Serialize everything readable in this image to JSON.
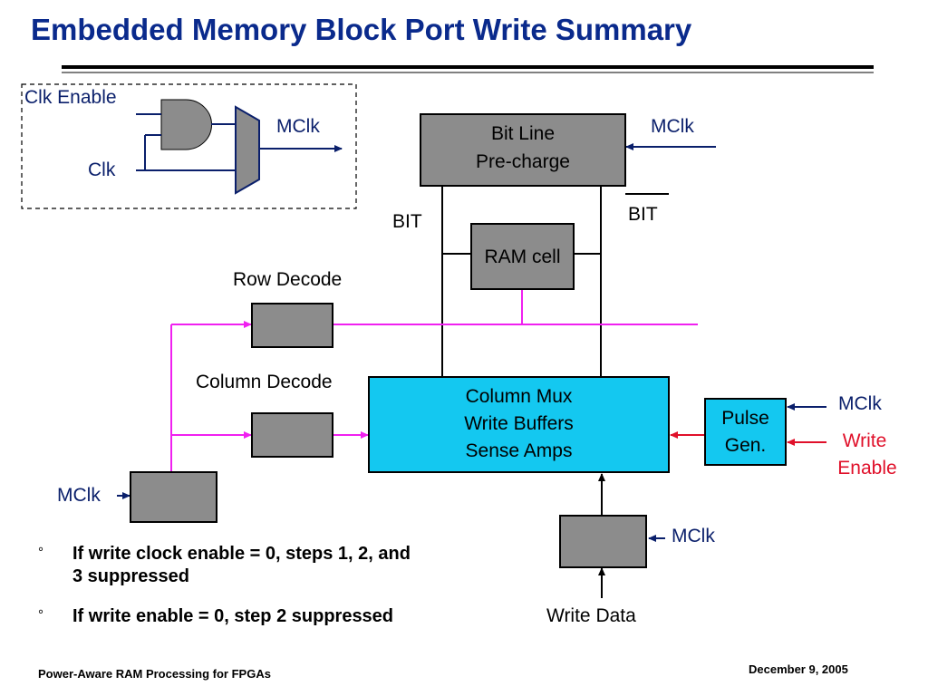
{
  "title": "Embedded Memory Block Port Write Summary",
  "clock_gate": {
    "clk_enable": "Clk Enable",
    "clk": "Clk",
    "mclk_out": "MClk"
  },
  "blocks": {
    "precharge_line1": "Bit Line",
    "precharge_line2": "Pre-charge",
    "ram_cell": "RAM cell",
    "colmux_line1": "Column Mux",
    "colmux_line2": "Write Buffers",
    "colmux_line3": "Sense Amps",
    "pulse_line1": "Pulse",
    "pulse_line2": "Gen."
  },
  "labels": {
    "bit": "BIT",
    "bit_bar": "BIT",
    "row_decode": "Row Decode",
    "column_decode": "Column Decode",
    "mclk_precharge": "MClk",
    "mclk_pulse": "MClk",
    "write_enable_line1": "Write",
    "write_enable_line2": "Enable",
    "mclk_addr_reg": "MClk",
    "mclk_data_reg": "MClk",
    "write_data": "Write Data"
  },
  "bullets": [
    {
      "mark": "°",
      "line1": "If write clock enable = 0, steps 1, 2, and",
      "line2": "3 suppressed"
    },
    {
      "mark": "°",
      "line1": "If write enable = 0, step 2 suppressed"
    }
  ],
  "footer": {
    "left": "Power-Aware RAM Processing for FPGAs",
    "right": "December 9, 2005"
  },
  "colors": {
    "title": "#0a2a8c",
    "signal_magenta": "#f020f0",
    "write_enable_red": "#e0102a",
    "clock_navy": "#0a1f6b",
    "block_gray": "#8c8c8c",
    "block_cyan": "#14c8f0"
  }
}
